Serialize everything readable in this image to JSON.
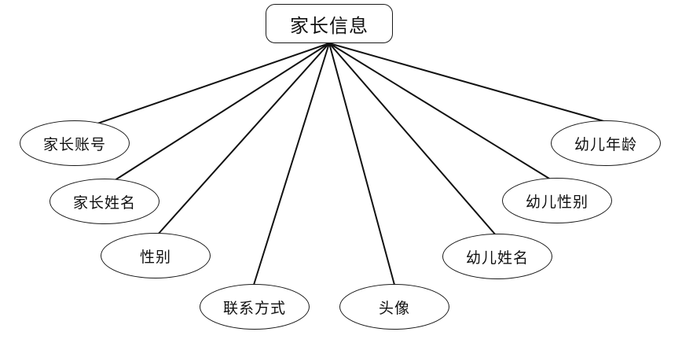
{
  "entity": {
    "label": "家长信息"
  },
  "attributes": [
    {
      "label": "家长账号"
    },
    {
      "label": "家长姓名"
    },
    {
      "label": "性别"
    },
    {
      "label": "联系方式"
    },
    {
      "label": "头像"
    },
    {
      "label": "幼儿姓名"
    },
    {
      "label": "幼儿性别"
    },
    {
      "label": "幼儿年龄"
    }
  ]
}
